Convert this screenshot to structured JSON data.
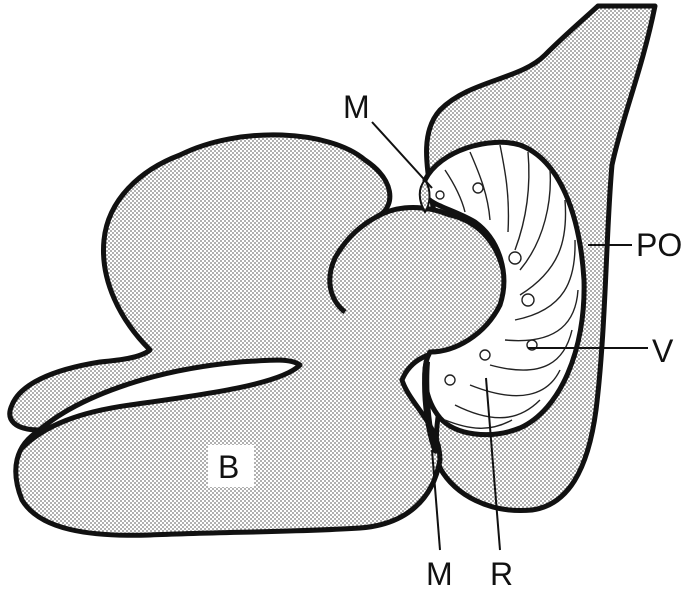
{
  "labels": {
    "upper_m": "M",
    "lower_m": "M",
    "po": "PO",
    "v": "V",
    "r": "R",
    "b": "B"
  },
  "colors": {
    "ink": "#111111",
    "stipple": "#9a9a9a",
    "background": "#ffffff"
  }
}
